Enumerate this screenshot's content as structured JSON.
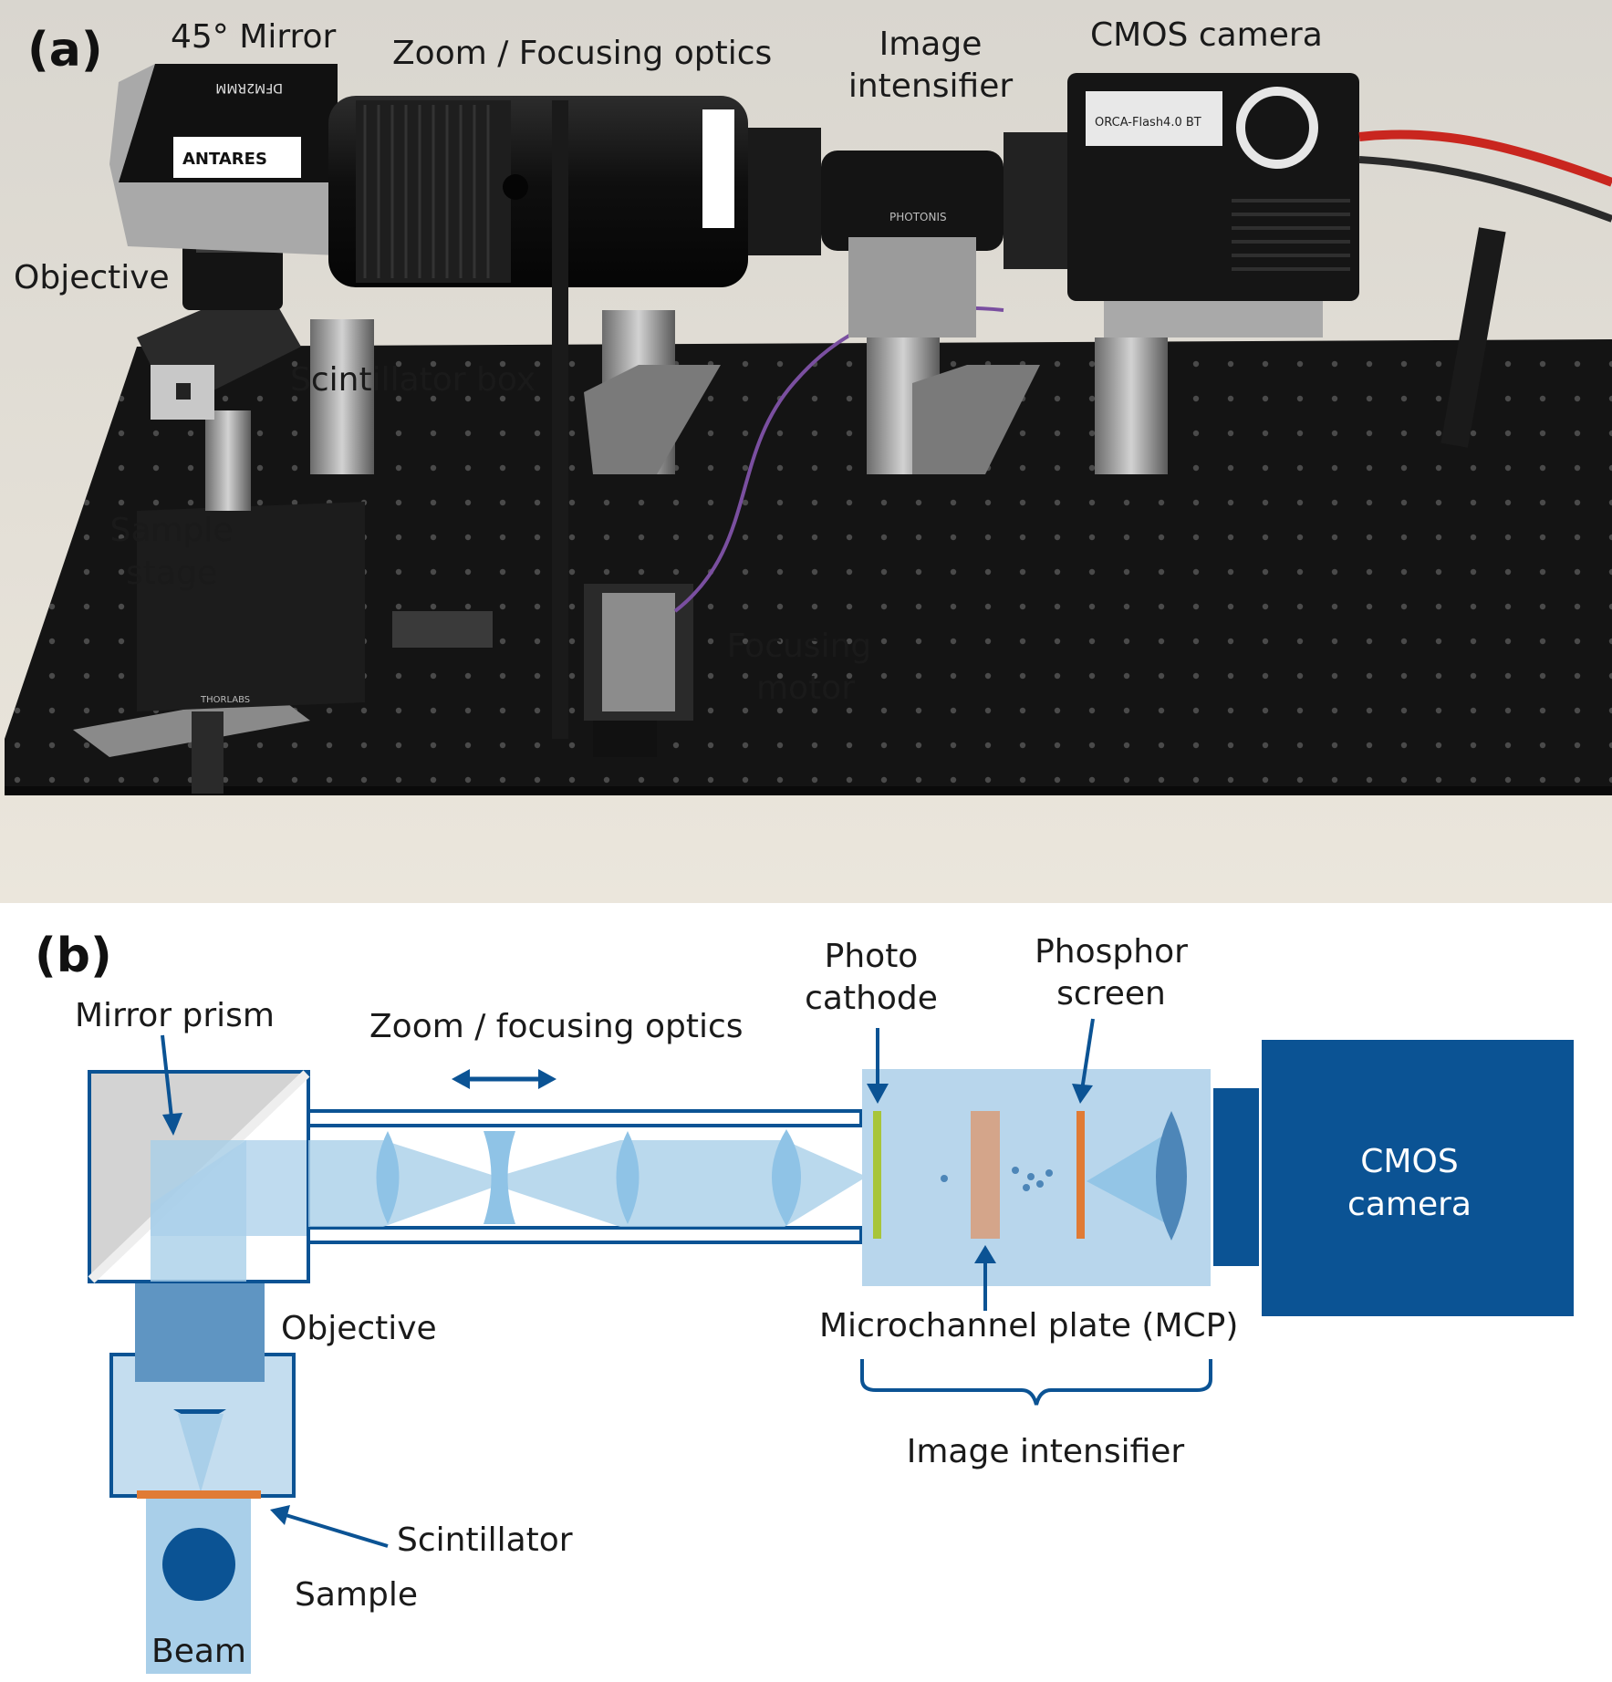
{
  "panel_a": {
    "panel_label": "(a)",
    "labels": {
      "mirror": "45° Mirror",
      "zoom_optics": "Zoom / Focusing optics",
      "intensifier_line1": "Image",
      "intensifier_line2": "intensifier",
      "cmos_camera": "CMOS camera",
      "objective": "Objective",
      "scintillator_box": "Scintillator box",
      "sample_stage_line1": "Sample",
      "sample_stage_line2": "stage",
      "focusing_motor_line1": "Focusing",
      "focusing_motor_line2": "motor"
    },
    "device_text": {
      "mirror_mount": "DFM2RMM",
      "brand": "ANTARES",
      "intensifier_brand": "PHOTONIS",
      "camera_model": "ORCA-Flash4.0 BT",
      "stage_brand": "THORLABS"
    }
  },
  "panel_b": {
    "panel_label": "(b)",
    "labels": {
      "mirror_prism": "Mirror prism",
      "zoom_optics": "Zoom / focusing optics",
      "photo_cathode_line1": "Photo",
      "photo_cathode_line2": "cathode",
      "phosphor_screen_line1": "Phosphor",
      "phosphor_screen_line2": "screen",
      "objective": "Objective",
      "mcp": "Microchannel plate (MCP)",
      "image_intensifier": "Image intensifier",
      "scintillator": "Scintillator",
      "sample": "Sample",
      "beam": "Beam",
      "cmos_line1": "CMOS",
      "cmos_line2": "camera"
    }
  },
  "colors": {
    "dark_blue": "#0b5394",
    "light_blue": "#a9cfe9",
    "lens_blue": "#8fc3e6",
    "orange": "#e07b35",
    "cathode_green": "#a8c53a",
    "mcp_tan": "#d4a58a",
    "table_black": "#141414",
    "background_beige": "#e6e0d4"
  }
}
